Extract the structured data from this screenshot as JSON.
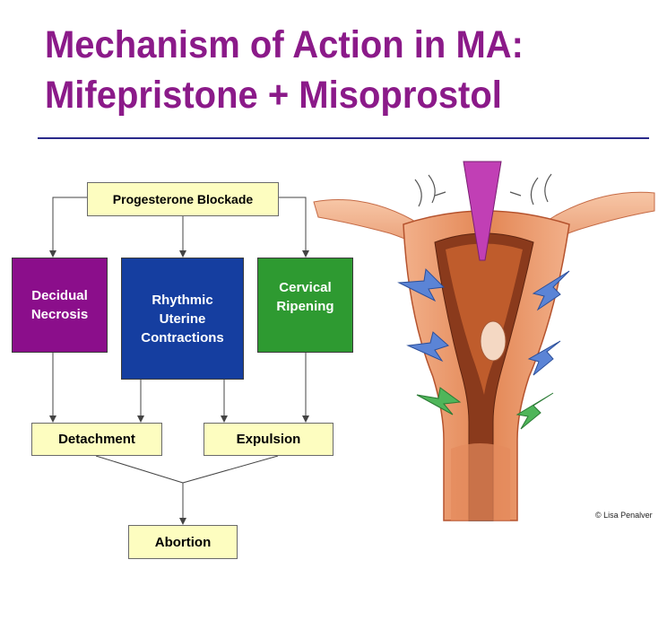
{
  "title": {
    "line1": "Mechanism of Action in MA:",
    "line2": "Mifepristone + Misoprostol"
  },
  "flowchart": {
    "top": "Progesterone Blockade",
    "decidual": [
      "Decidual",
      "Necrosis"
    ],
    "rhythmic": [
      "Rhythmic",
      "Uterine",
      "Contractions"
    ],
    "cervical": [
      "Cervical",
      "Ripening"
    ],
    "detachment": "Detachment",
    "expulsion": "Expulsion",
    "abortion": "Abortion"
  },
  "credit": "© Lisa Penalver",
  "colors": {
    "title": "#8b1a89",
    "decidual": "#8b0e8b",
    "rhythmic": "#153ea0",
    "cervical": "#2e9a31",
    "yellow_box": "#fdfdc0"
  },
  "icons": [
    "uterus-illustration",
    "pink-arrow-icon",
    "blue-arrow-icon",
    "green-arrow-icon"
  ]
}
